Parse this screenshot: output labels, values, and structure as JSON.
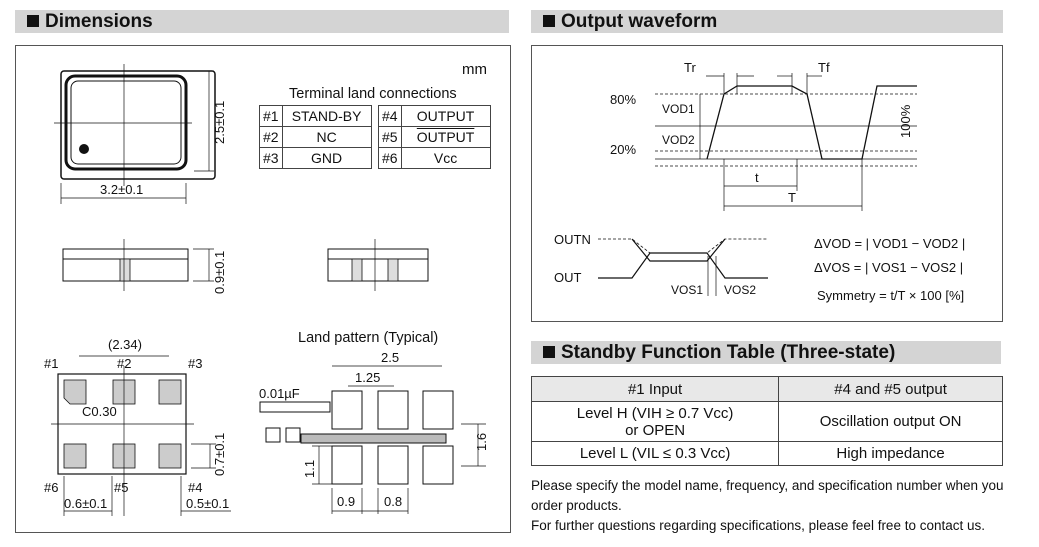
{
  "dimensions": {
    "title": "Dimensions",
    "unit": "mm",
    "terminal_title": "Terminal land connections",
    "terminals_left": [
      [
        "#1",
        "STAND-BY"
      ],
      [
        "#2",
        "NC"
      ],
      [
        "#3",
        "GND"
      ]
    ],
    "terminals_right": [
      [
        "#4",
        "OUTPUT"
      ],
      [
        "#5",
        "OUTPUT"
      ],
      [
        "#6",
        "Vcc"
      ]
    ],
    "top_width": "3.2±0.1",
    "top_height": "2.5±0.1",
    "side_height": "0.9±0.1",
    "bottom_span": "(2.34)",
    "chamfer": "C0.30",
    "pad_width": "0.6±0.1",
    "pad_gap": "0.5±0.1",
    "pad_height": "0.7±0.1",
    "pins": [
      "#1",
      "#2",
      "#3",
      "#6",
      "#5",
      "#4"
    ],
    "land_title": "Land pattern (Typical)",
    "land_25": "2.5",
    "land_125": "1.25",
    "cap": "0.01µF",
    "land_16": "1.6",
    "land_11": "1.1",
    "land_09": "0.9",
    "land_08": "0.8"
  },
  "output": {
    "title": "Output waveform",
    "tr": "Tr",
    "tf": "Tf",
    "p80": "80%",
    "p20": "20%",
    "vod1": "VOD1",
    "vod2": "VOD2",
    "p100": "100%",
    "t_small": "t",
    "t_big": "T",
    "outn": "OUTN",
    "out": "OUT",
    "vos1": "VOS1",
    "vos2": "VOS2",
    "eq1": "ΔVOD = | VOD1 − VOD2 |",
    "eq2": "ΔVOS = | VOS1 − VOS2 |",
    "eq3": "Symmetry = t/T × 100 [%]"
  },
  "standby": {
    "title": "Standby Function Table (Three-state)",
    "col1": "#1 Input",
    "col2": "#4 and #5 output",
    "r1c1a": "Level H (VIH ≥ 0.7 Vcc)",
    "r1c1b": "or OPEN",
    "r1c2": "Oscillation output ON",
    "r2c1": "Level L (VIL ≤ 0.3 Vcc)",
    "r2c2": "High impedance"
  },
  "notes": {
    "n1": "Please specify the model name, frequency, and specification number when you order products.",
    "n2": "For further questions regarding specifications, please feel free to contact us."
  }
}
